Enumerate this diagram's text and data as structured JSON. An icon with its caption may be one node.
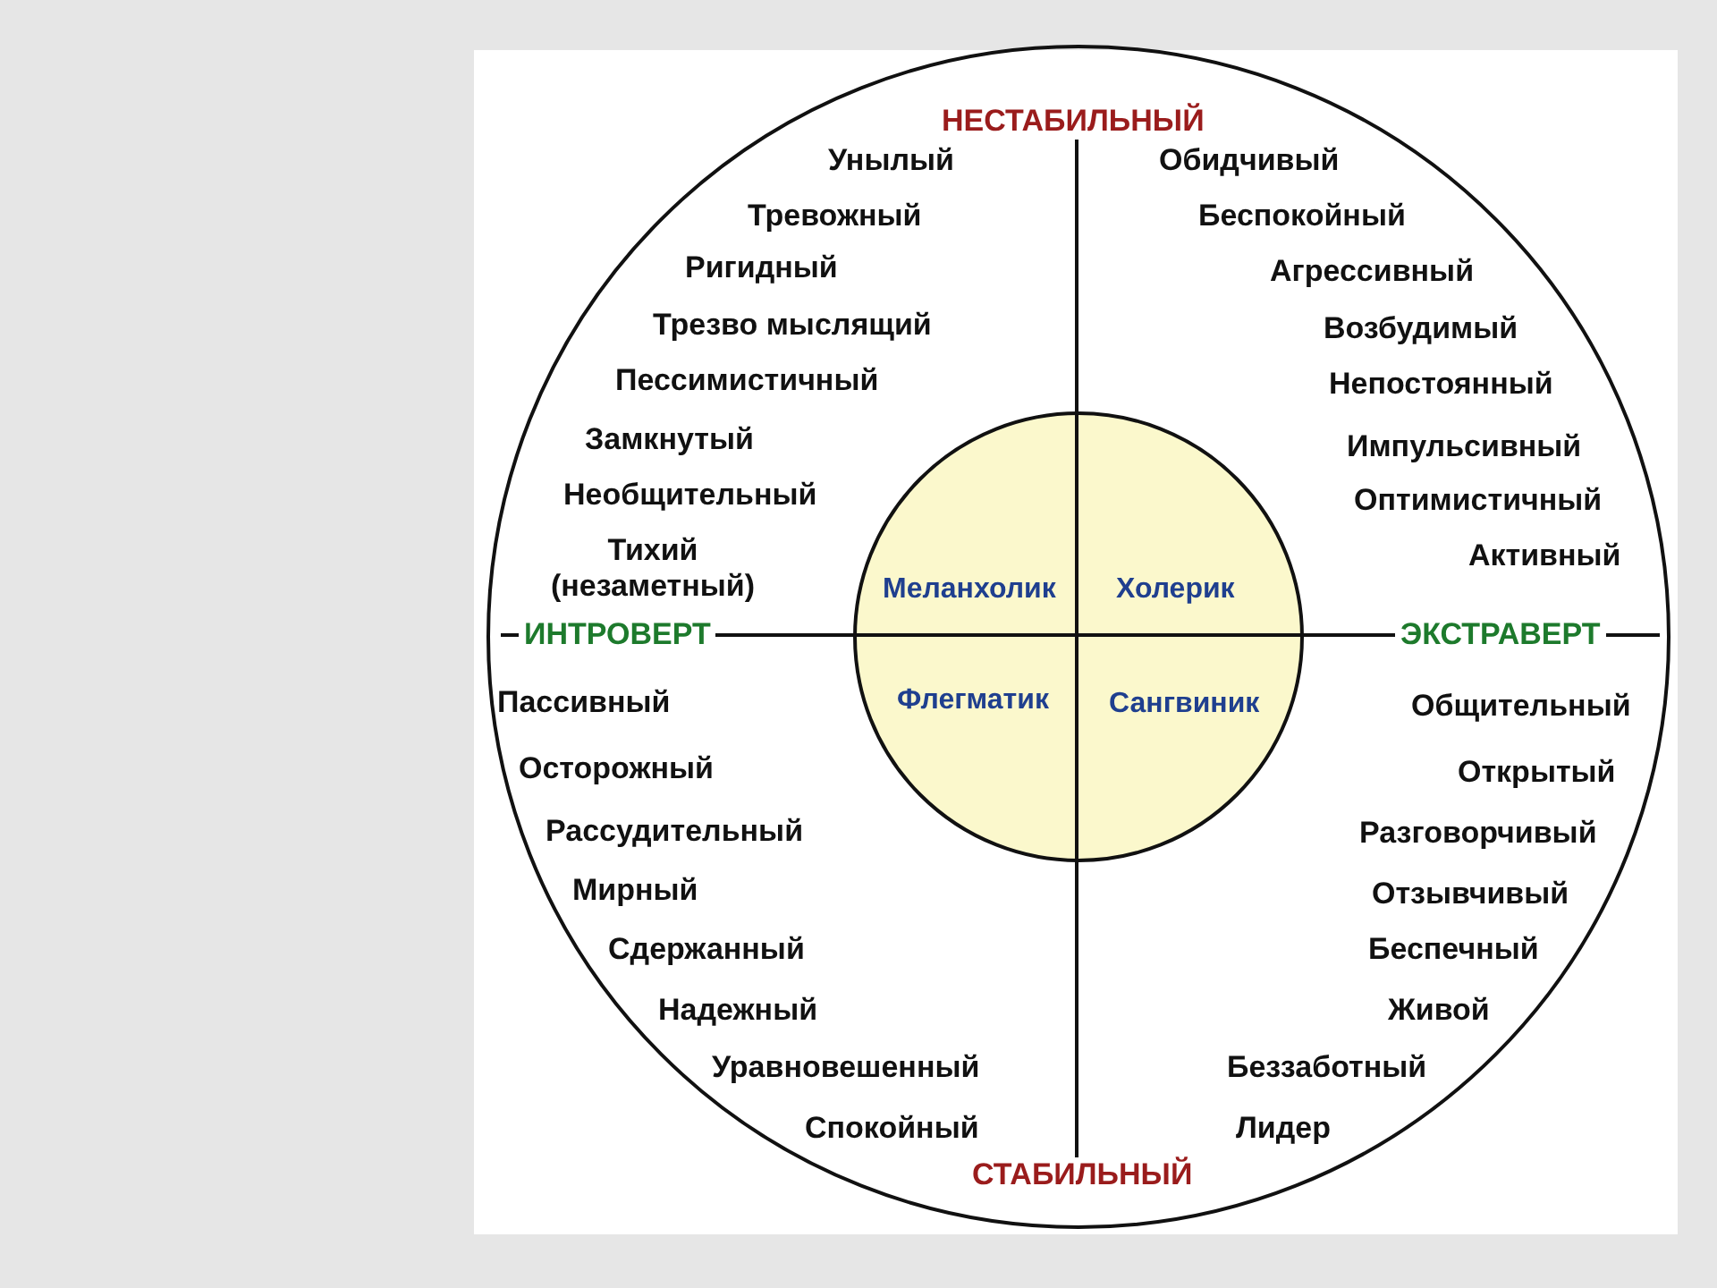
{
  "diagram": {
    "nodes": [
      {
        "text": [
          "Меланхолик",
          "Холерик",
          "Флегматик",
          "Сангвиник"
        ]
      }
    ],
    "edges": [],
    "labels": [
      "НЕСТАБИЛЬНЫЙ",
      "Унылый",
      "Тревожный",
      "Ригидный",
      "Трезво мыслящий",
      "Пессимистичный",
      "Замкнутый",
      "Необщительный",
      "Тихий (незаметный)",
      "Обидчивый",
      "Беспокойный",
      "Агрессивный",
      "Возбудимый",
      "Непостоянный",
      "Импульсивный",
      "Оптимистичный",
      "Активный",
      "ИНТРОВЕРТ",
      "ЭКСТРАВЕРТ",
      "Пассивный",
      "Осторожный",
      "Рассудительный",
      "Мирный",
      "Сдержанный",
      "Надежный",
      "Уравновешенный",
      "Спокойный",
      "Общительный",
      "Открытый",
      "Разговорчивый",
      "Отзывчивый",
      "Беспечный",
      "Живой",
      "Беззаботный",
      "Лидер",
      "СТАБИЛЬНЫЙ"
    ]
  }
}
